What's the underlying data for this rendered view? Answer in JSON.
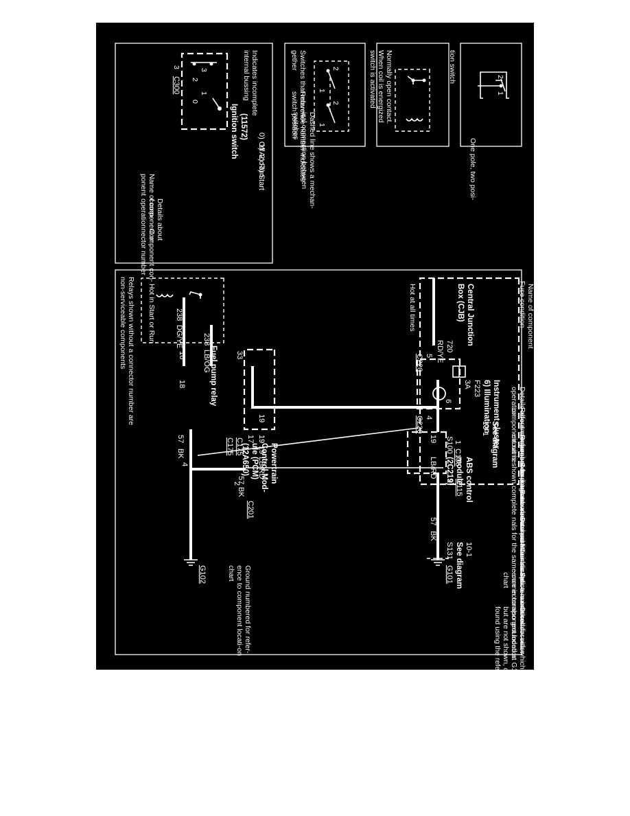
{
  "legend": {
    "switch_one_pole": {
      "caption": [
        "One pole, two posi-",
        "tion switch"
      ],
      "pos1": "1",
      "pos2": "2"
    },
    "relay_contact": {
      "caption": [
        "Normally open contact.",
        "When coil is energized",
        "switch is activated"
      ]
    },
    "multi_switch": {
      "caption1": [
        "Switches that move to-",
        "gether"
      ],
      "caption2": [
        "Reference number indicates",
        "switch position"
      ],
      "caption3": [
        "Dashed line shows a mechan-",
        "ical connection between",
        "switches"
      ],
      "positions": [
        "2",
        "1",
        "2",
        "1"
      ]
    },
    "ignition": {
      "title": "Ignition switch",
      "part": "(11572)",
      "positions": [
        "0)  Off",
        "1)  Acc",
        "2)  Run",
        "3)  Start"
      ],
      "contacts": [
        "3",
        "2",
        "1",
        "0"
      ],
      "connector_pin": "3",
      "connector": "C300",
      "callout_bussing": [
        "Indicates incomplete",
        "internal bussing"
      ],
      "callout_name": [
        "Name of com-",
        "ponent"
      ],
      "callout_details": [
        "Details about",
        "component or",
        "operation"
      ],
      "callout_connector": [
        "Component con-",
        "nector number"
      ]
    }
  },
  "main": {
    "relays_note": [
      "Relays shown without a connector number are",
      "non-serviceable components"
    ],
    "hot_start_run": "Hot in Start or Run",
    "hot_all_times": "Hot at all times",
    "fuel_pump_relay": "Fuel pump relay",
    "cjb_name": [
      "Central Junction",
      "Box (CJB)"
    ],
    "fuse_label": "Fuse condition",
    "fuse": {
      "id": "F223",
      "rating": "3A"
    },
    "wire_720": "720",
    "wire_720_color": "RD/YE",
    "c220_a": {
      "pin": "5",
      "connector": "C220"
    },
    "c220_b": {
      "pin": "4",
      "connector": "C220"
    },
    "cluster_pin": "6",
    "cluster_name": [
      "Instrument cluster",
      "6)  Illumination"
    ],
    "see_diagram_1": {
      "text": "See diagram",
      "ref": "13-1"
    },
    "s100": "S100",
    "wire_19_top": "19",
    "wire_lbrd": "LB/RD",
    "abs_pin1": "1",
    "c135": "C135",
    "abs_name": [
      "ABS control",
      "module",
      "(2C219)"
    ],
    "abs_pin2": "2",
    "c115": "C115",
    "wire_57_right": "57",
    "bk_right": "BK",
    "s131": "S131",
    "see_diagram_2": {
      "text": "See diagram",
      "ref": "10-1"
    },
    "g101": "G101",
    "wire_238a": "238",
    "wire_dgye": "DG/YE",
    "wire_238b": "238",
    "wire_lbog": "LB/OG",
    "pcm_pins": {
      "p16": "16",
      "p18": "18",
      "p19a": "19",
      "p19b": "19",
      "p17": "17",
      "p33": "33"
    },
    "c175_a": "C175",
    "c175_b": "C175",
    "wire_19_mid": "19",
    "wire_lbrd2": "LB/RD",
    "pcm_name": [
      "Powertrain",
      "Control Mod-",
      "ule (PCM)",
      "(12A650)"
    ],
    "wire_57_a": "57",
    "bk_a": "BK",
    "wire_57_b": "57",
    "bk_b": "BK",
    "c201": "C201",
    "c201_pin_a": "4",
    "c201_pin_b": "2",
    "g102": "G102",
    "ground_note": [
      "Ground numbered for refer-",
      "ence to component locati-on",
      "chart"
    ]
  },
  "annotations": {
    "name_component": "Name of component",
    "details_component": [
      "Details about component or",
      "operation"
    ],
    "reference_number": [
      "Reference number for internal",
      "component name"
    ],
    "reference_diagram": [
      "Reference to diagram where",
      "circuit is shown complete"
    ],
    "component_connector": "Component connector number",
    "base_part": "Base service part number",
    "dashed_line": [
      "Dashed line indicates termi-",
      "nals for the same connector"
    ],
    "wire_insulation": "Wire insulation is one color",
    "splice": [
      "Splice numbered for refer-",
      "ence in component location",
      "chart"
    ],
    "other_circuits": [
      "Other circuits which are",
      "also grounded at G100",
      "but are not shown, can be",
      "found using the reference"
    ]
  }
}
